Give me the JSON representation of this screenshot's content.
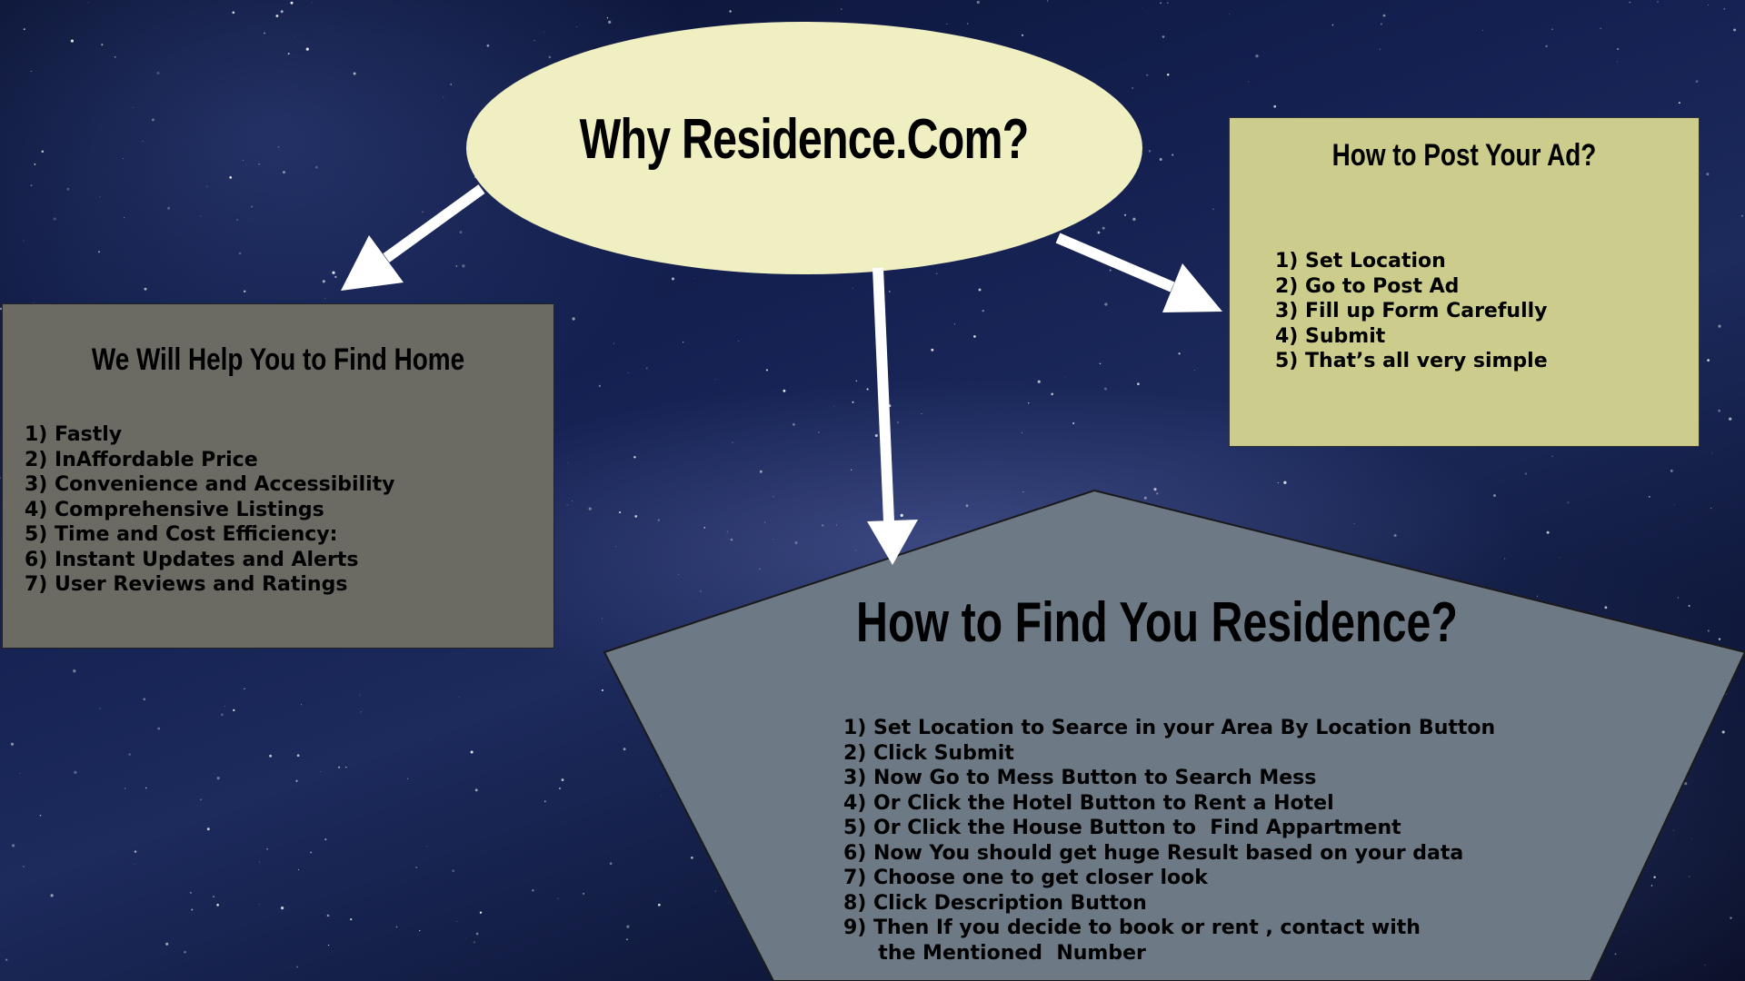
{
  "center": {
    "title": "Why Residence.Com?"
  },
  "left_box": {
    "title": "We Will Help You to Find Home",
    "items": [
      "1) Fastly",
      "2) InAffordable Price",
      "3) Convenience and Accessibility",
      "4) Comprehensive Listings",
      "5) Time and Cost Efficiency:",
      "6) Instant Updates and Alerts",
      "7) User Reviews and Ratings"
    ]
  },
  "right_box": {
    "title": "How to Post Your Ad?",
    "items": [
      "1) Set Location",
      "2) Go to Post Ad",
      "3) Fill up Form Carefully",
      "4) Submit",
      "5) That’s all very simple"
    ]
  },
  "bottom_pentagon": {
    "title": "How to Find You Residence?",
    "items": [
      "1) Set Location to Searce in your Area By Location Button",
      "2) Click Submit",
      "3) Now Go to Mess Button to Search Mess",
      "4) Or Click the Hotel Button to Rent a Hotel",
      "5) Or Click the House Button to  Find Appartment",
      "6) Now You should get huge Result based on your data",
      "7) Choose one to get closer look",
      "8) Click Description Button",
      "9) Then If you decide to book or rent , contact with",
      "     the Mentioned  Number"
    ]
  },
  "colors": {
    "ellipse_fill": "#efefc1",
    "left_box_fill": "#6b6a63",
    "right_box_fill": "#cccc8c",
    "pentagon_fill": "#6d7a86",
    "arrow": "#ffffff",
    "background": "#142050"
  }
}
